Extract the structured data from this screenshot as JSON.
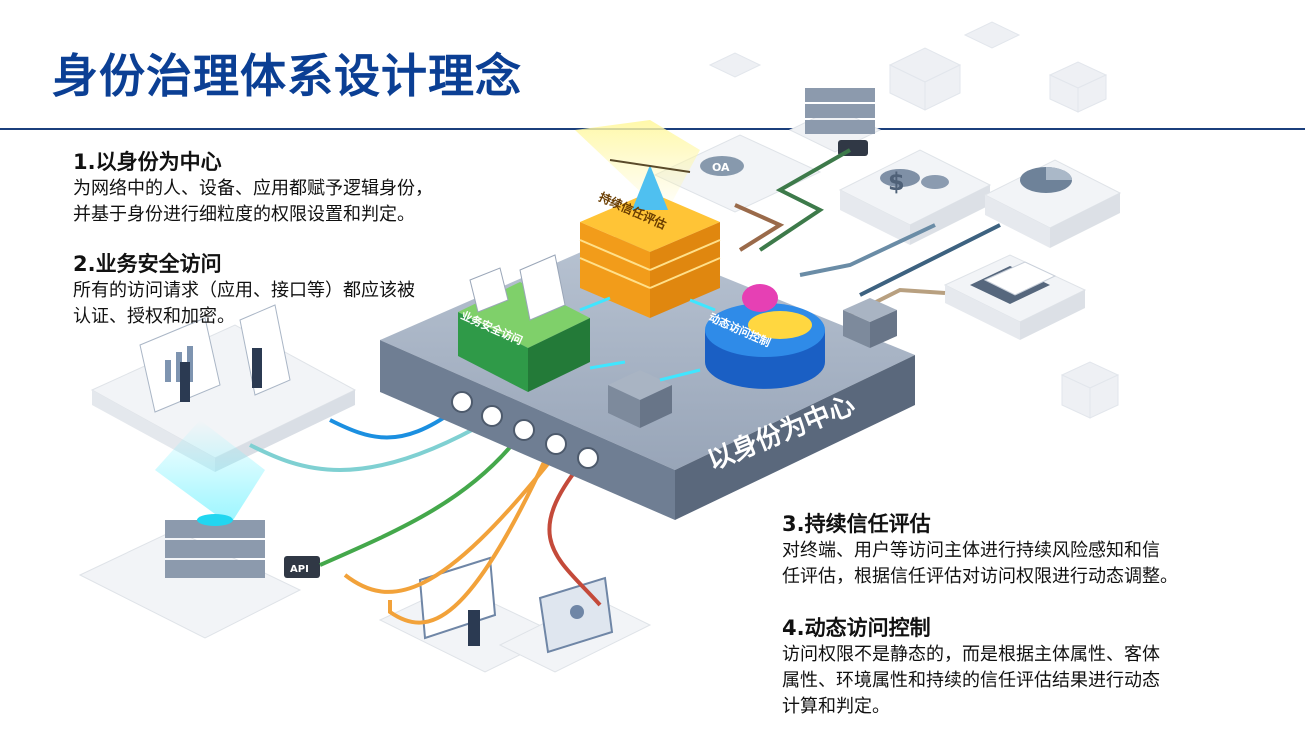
{
  "page": {
    "title": "身份治理体系设计理念"
  },
  "blocks": [
    {
      "heading": "1.以身份为中心",
      "lines": [
        "为网络中的人、设备、应用都赋予逻辑身份，",
        "并基于身份进行细粒度的权限设置和判定。"
      ]
    },
    {
      "heading": "2.业务安全访问",
      "lines": [
        "所有的访问请求（应用、接口等）都应该被",
        "认证、授权和加密。"
      ]
    },
    {
      "heading": "3.持续信任评估",
      "lines": [
        "对终端、用户等访问主体进行持续风险感知和信",
        "任评估，根据信任评估对访问权限进行动态调整。"
      ]
    },
    {
      "heading": "4.动态访问控制",
      "lines": [
        "访问权限不是静态的，而是根据主体属性、客体",
        "属性、环境属性和持续的信任评估结果进行动态",
        "计算和判定。"
      ]
    }
  ],
  "diagram": {
    "platform_label": "以身份为中心",
    "module_trust": "持续信任评估",
    "module_access": "业务安全访问",
    "module_control": "动态访问控制",
    "api_label": "API",
    "oa_label": "OA",
    "colors": {
      "blue": "#1b8fe0",
      "teal": "#7fd0d2",
      "green": "#44a84b",
      "orange": "#f2a23a",
      "red": "#c44a3a",
      "gray_blue": "#3d6280",
      "dark_green": "#3d7a4a",
      "brown": "#9a6a4a",
      "tan": "#b8a080"
    }
  }
}
